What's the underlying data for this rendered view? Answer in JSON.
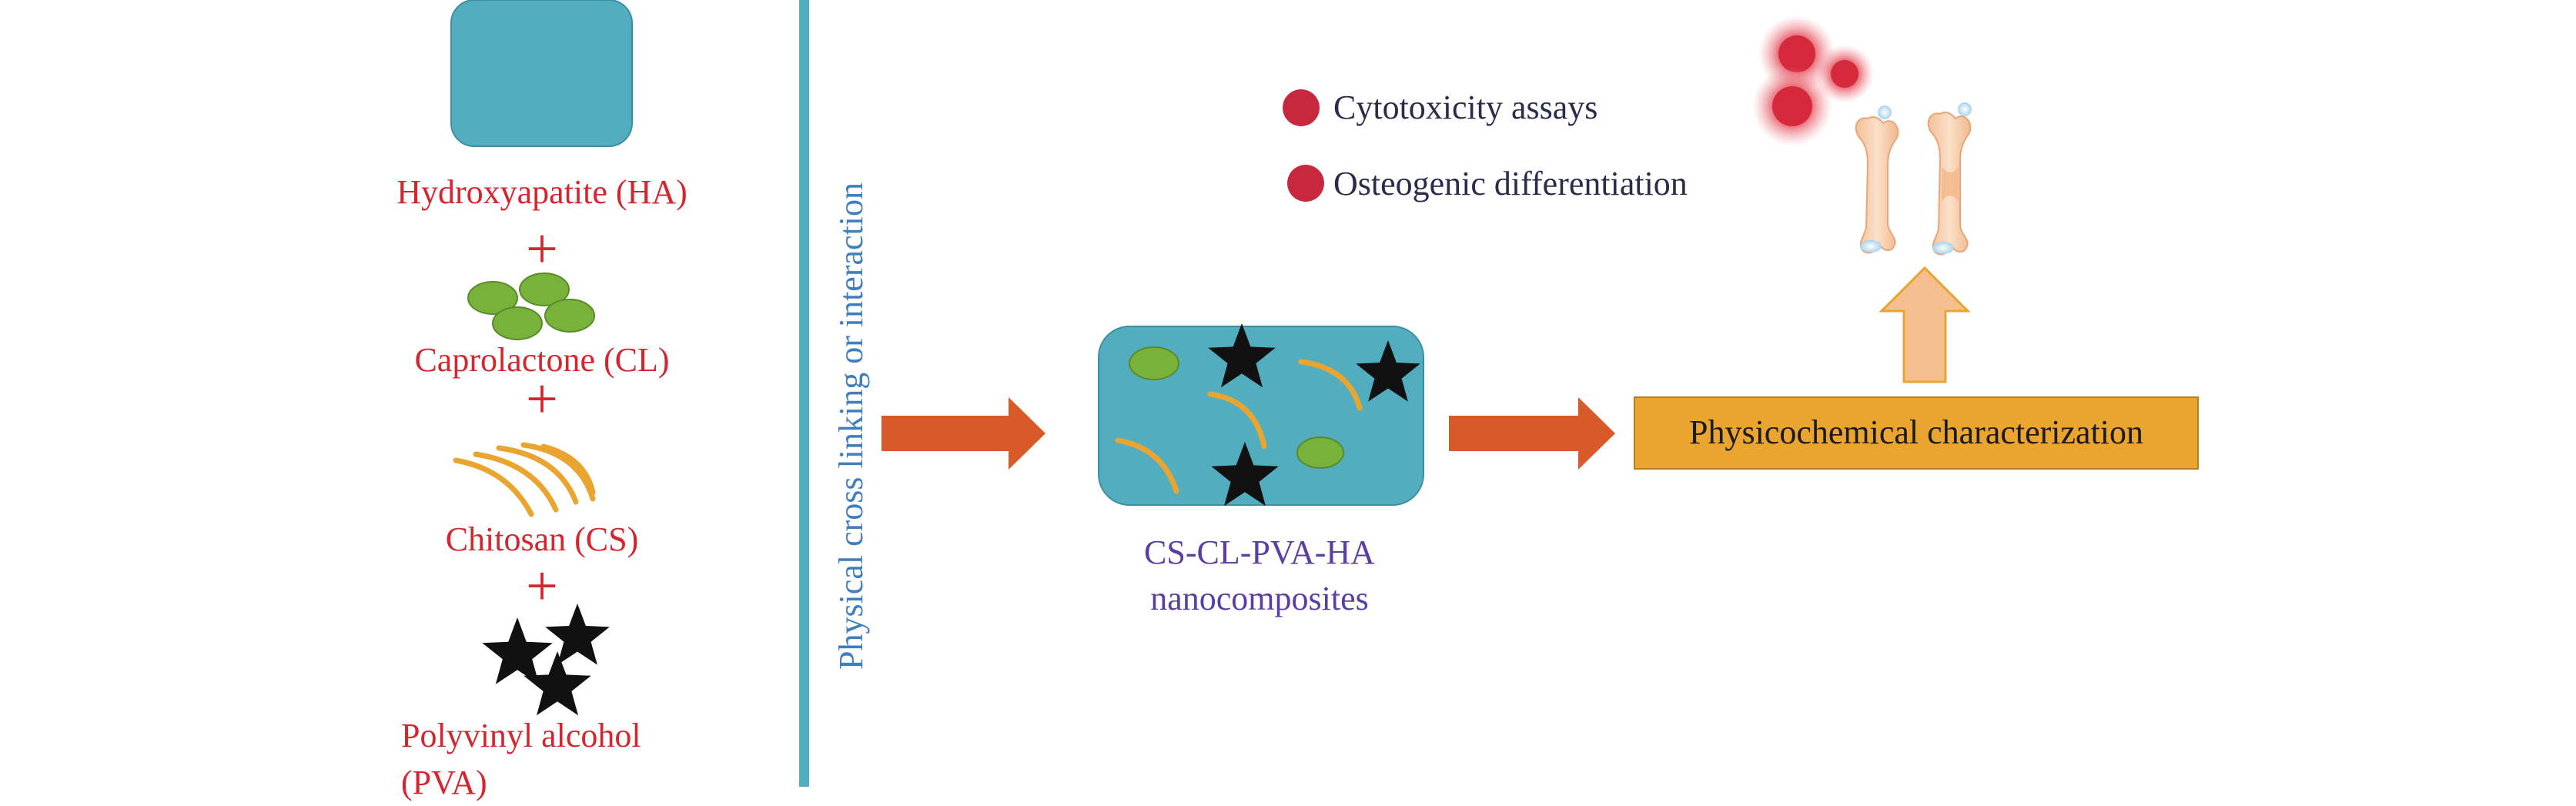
{
  "components": {
    "ha": "Hydroxyapatite (HA)",
    "cl": "Caprolactone (CL)",
    "cs": "Chitosan (CS)",
    "pva_line1": "Polyvinyl alcohol",
    "pva_line2": "(PVA)",
    "plus": "+"
  },
  "process": {
    "crosslink": "Physical cross linking or interaction"
  },
  "product": {
    "line1": "CS-CL-PVA-HA",
    "line2": "nanocomposites"
  },
  "characterization": {
    "label": "Physicochemical characterization"
  },
  "assays": [
    "Cytotoxicity assays",
    "Osteogenic differentiation"
  ],
  "colors": {
    "ha_block": "#52adbf",
    "composite_block": "#52adbf",
    "divider": "#52adbf",
    "arrow": "#d85a28",
    "up_arrow": "#f5be8e",
    "char_box": "#e9a52f",
    "green_particle": "#77b33a",
    "chitosan_fiber": "#e9a52f",
    "star": "#111111",
    "red_label": "#d4262e",
    "red_dot": "#c8283d",
    "bone": "#f5c9a2"
  },
  "icons": [
    "hydroxyapatite-block-icon",
    "caprolactone-particles-icon",
    "chitosan-fibers-icon",
    "pva-stars-icon",
    "bone-icon",
    "cell-icon"
  ]
}
